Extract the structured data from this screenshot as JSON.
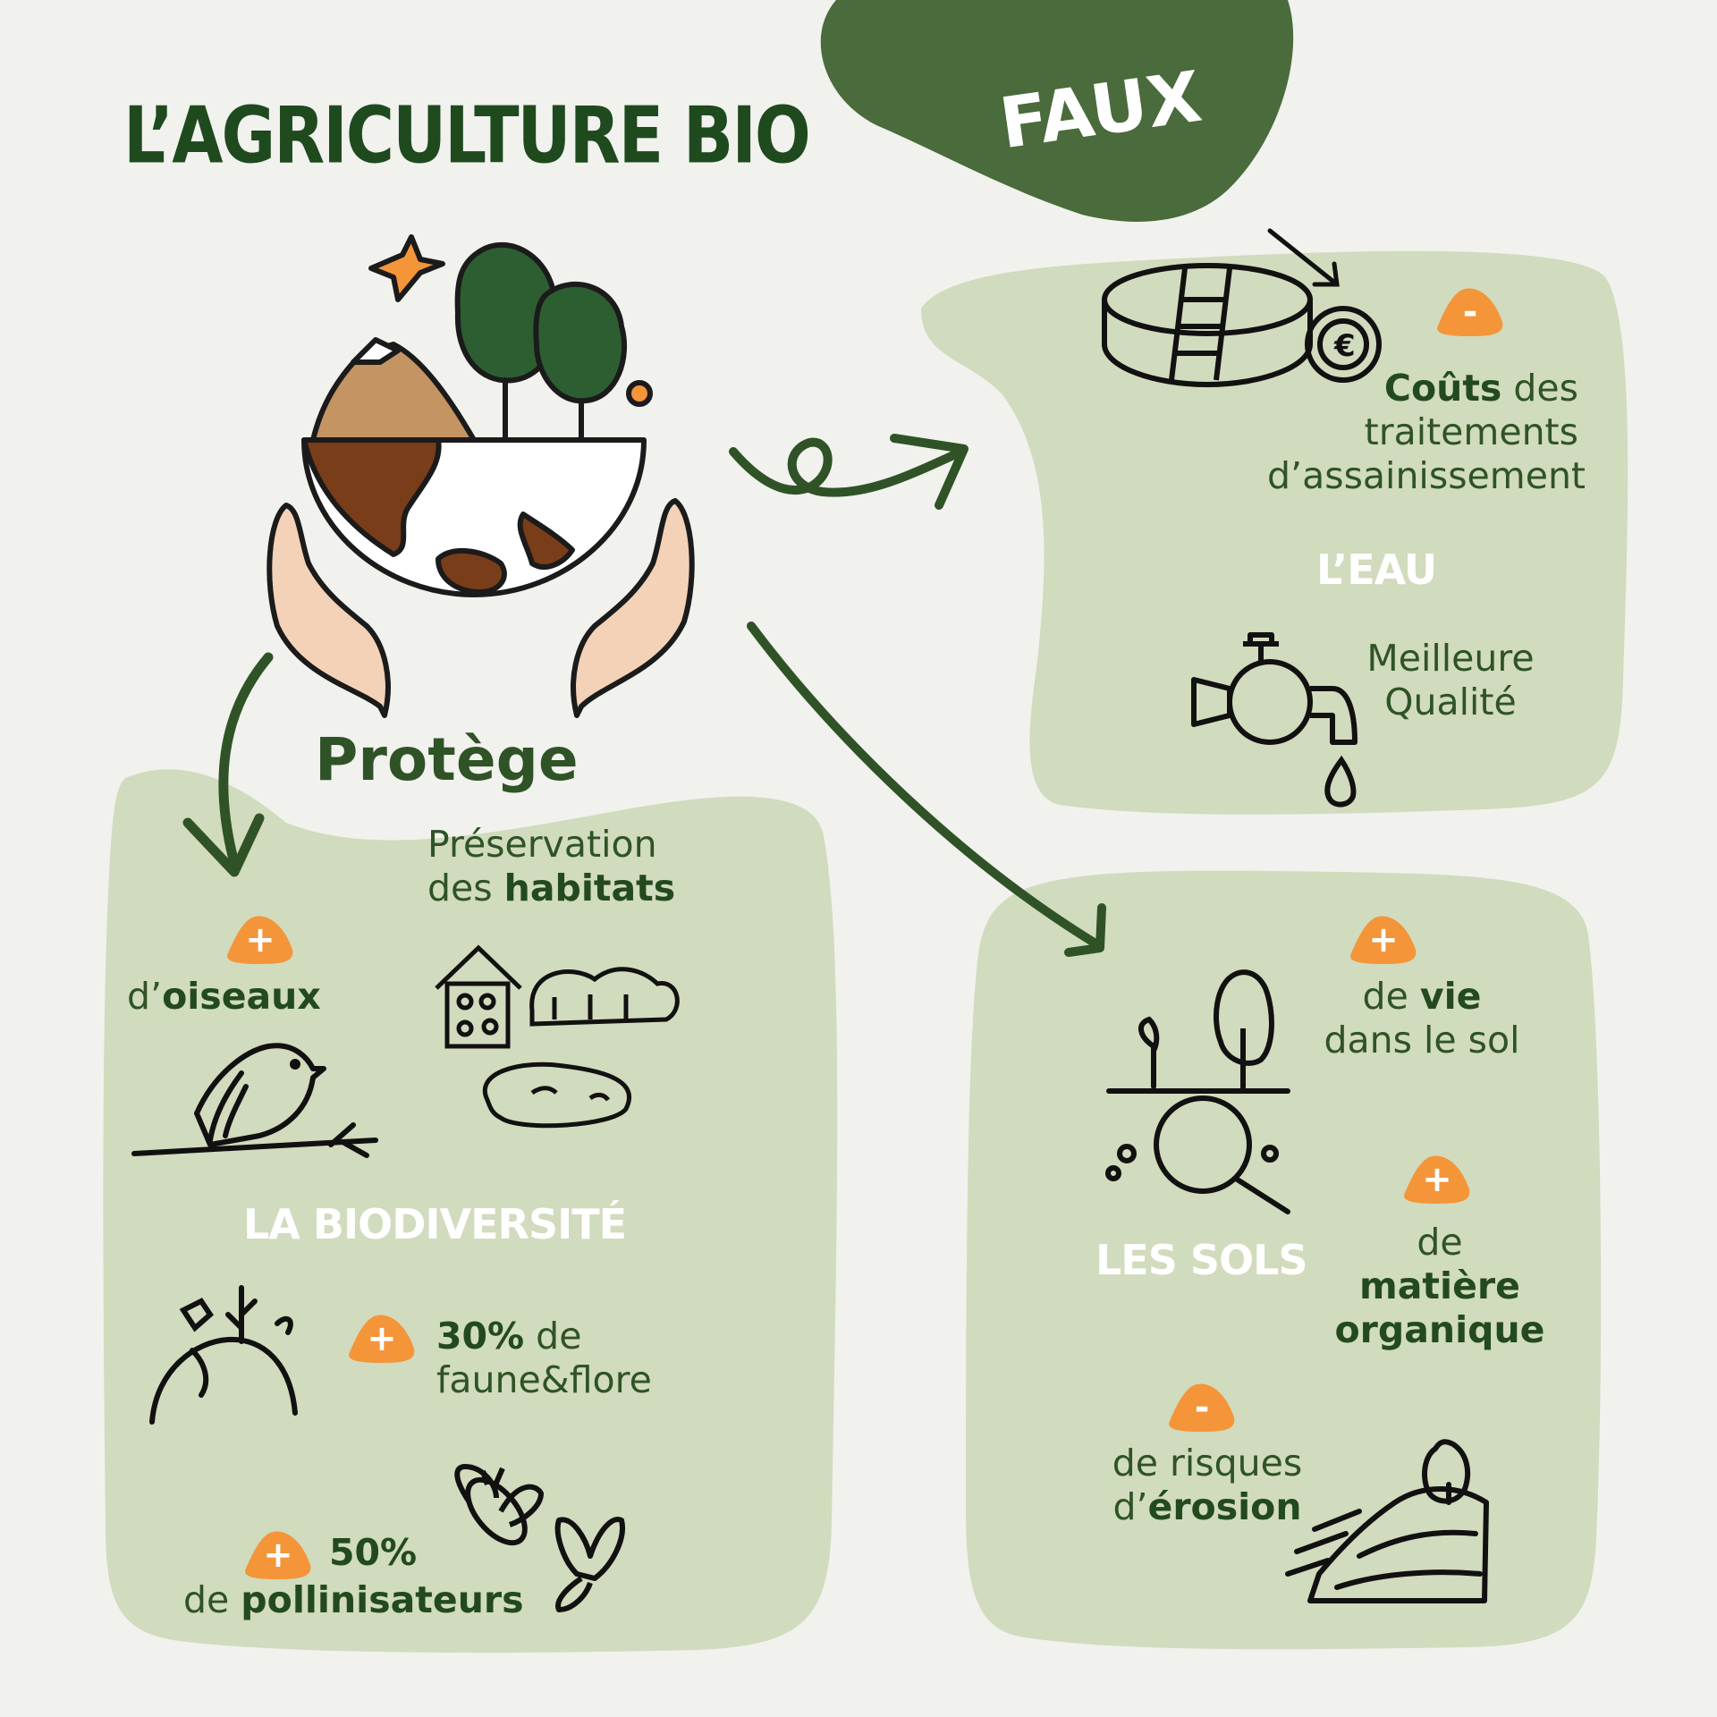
{
  "title": "L’AGRICULTURE BIO",
  "faux_label": "FAUX",
  "protege_label": "Protège",
  "colors": {
    "dark_green": "#4a6b3b",
    "text_green": "#2f5326",
    "panel_green": "#d1dbbd",
    "orange": "#f4953a",
    "soil_brown": "#7a3d19",
    "background": "#f1f1ee"
  },
  "water": {
    "heading": "L’EAU",
    "cost_bold": "Coûts",
    "cost_rest": " des",
    "cost_line2": "traitements",
    "cost_line3": "d’assainissement",
    "cost_sign": "-",
    "quality_line1": "Meilleure",
    "quality_line2": "Qualité",
    "icons": [
      "water-tank-icon",
      "euro-coin-icon",
      "faucet-icon",
      "water-drop-icon"
    ]
  },
  "biodiversity": {
    "heading": "LA BIODIVERSITÉ",
    "habitats_line1": "Préservation",
    "habitats_line2_pre": "des ",
    "habitats_line2_bold": "habitats",
    "birds_pre": "d’",
    "birds_bold": "oiseaux",
    "birds_sign": "+",
    "fauna_bold": "30%",
    "fauna_rest": " de",
    "fauna_line2": "faune&flore",
    "fauna_sign": "+",
    "pollinators_bold": "50%",
    "pollinators_pre": "de ",
    "pollinators_bold2": "pollinisateurs",
    "pollinators_sign": "+",
    "icons": [
      "insect-hotel-icon",
      "hedge-icon",
      "pond-icon",
      "bird-icon",
      "small-planet-icon",
      "bee-icon",
      "butterfly-icon"
    ]
  },
  "soils": {
    "heading": "LES SOLS",
    "life_pre": "de ",
    "life_bold": "vie",
    "life_line2": "dans le sol",
    "life_sign": "+",
    "organic_pre": "de ",
    "organic_bold": "matière",
    "organic_line2": "organique",
    "organic_sign": "+",
    "erosion_line1": "de risques",
    "erosion_pre": "d’",
    "erosion_bold": "érosion",
    "erosion_sign": "-",
    "icons": [
      "soil-magnifier-icon",
      "tree-icon",
      "erosion-hill-icon"
    ]
  }
}
